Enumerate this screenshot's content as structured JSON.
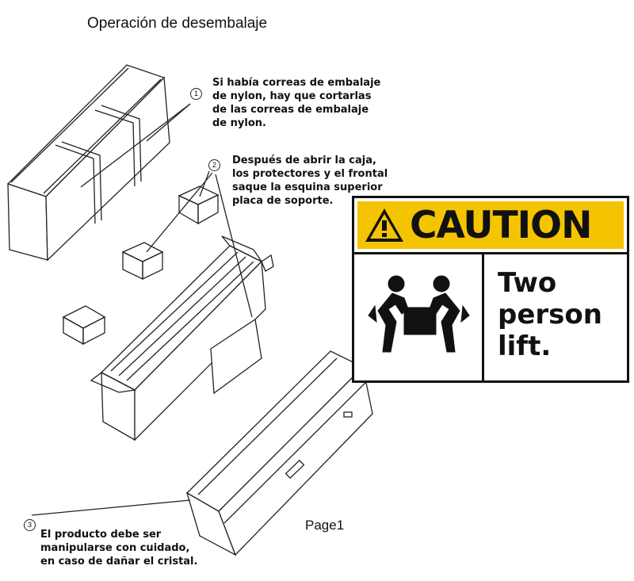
{
  "header": {
    "title": "Operación de desembalaje"
  },
  "steps": [
    {
      "num": "1",
      "text": "Si había correas de embalaje\nde nylon, hay que cortarlas\nde las correas de embalaje\nde nylon."
    },
    {
      "num": "2",
      "text": "Después de abrir la caja,\nlos protectores y el frontal\nsaque la esquina superior\nplaca de soporte."
    },
    {
      "num": "3",
      "text": "El producto debe ser\nmanipularse con cuidado,\nen caso de dañar el cristal."
    }
  ],
  "caution": {
    "heading": "CAUTION",
    "body": "Two\nperson\nlift."
  },
  "footer": {
    "page": "Page1"
  }
}
